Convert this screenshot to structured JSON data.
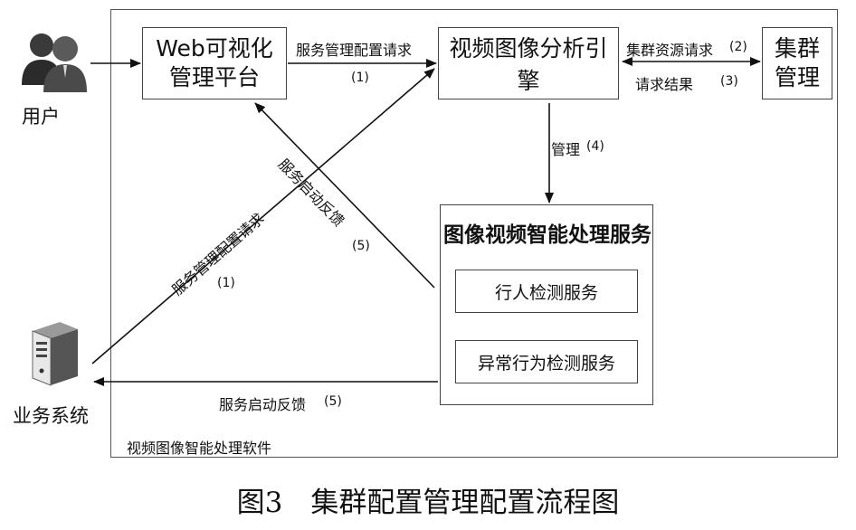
{
  "actors": {
    "user": "用户",
    "business_system": "业务系统"
  },
  "software_frame_label": "视频图像智能处理软件",
  "boxes": {
    "web_platform_line1": "Web可视化",
    "web_platform_line2": "管理平台",
    "engine": "视频图像分析引擎",
    "cluster_line1": "集群",
    "cluster_line2": "管理",
    "service_title": "图像视频智能处理服务",
    "pedestrian_detection": "行人检测服务",
    "abnormal_behavior_detection": "异常行为检测服务"
  },
  "labels": {
    "config_request": "服务管理配置请求",
    "config_request_num": "(1)",
    "cluster_request": "集群资源请求",
    "cluster_request_num": "(2)",
    "request_result": "请求结果",
    "request_result_num": "(3)",
    "manage": "管理",
    "manage_num": "(4)",
    "start_feedback_diag": "服务启动反馈",
    "start_feedback_diag_num": "(5)",
    "config_request_diag": "服务管理配置请求",
    "config_request_diag_num": "(1)",
    "start_feedback_bottom": "服务启动反馈",
    "start_feedback_bottom_num": "(5)"
  },
  "caption": "图3　集群配置管理配置流程图"
}
